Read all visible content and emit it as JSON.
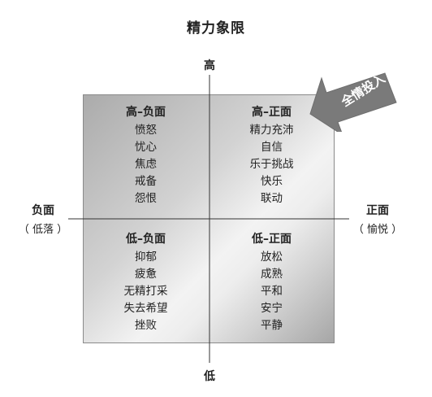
{
  "title": "精力象限",
  "axes": {
    "top": "高",
    "bottom": "低",
    "left": "负面",
    "left_sub": "（ 低落 ）",
    "right": "正面",
    "right_sub": "（ 愉悦 ）"
  },
  "callout": "全情投入",
  "quadrants": {
    "top_left": {
      "title": "高–负面",
      "items": [
        "愤怒",
        "忧心",
        "焦虑",
        "戒备",
        "怨恨"
      ]
    },
    "top_right": {
      "title": "高–正面",
      "items": [
        "精力充沛",
        "自信",
        "乐于挑战",
        "快乐",
        "联动"
      ]
    },
    "bottom_left": {
      "title": "低–负面",
      "items": [
        "抑郁",
        "疲惫",
        "无精打采",
        "失去希望",
        "挫败"
      ]
    },
    "bottom_right": {
      "title": "低–正面",
      "items": [
        "放松",
        "成熟",
        "平和",
        "安宁",
        "平静"
      ]
    }
  }
}
